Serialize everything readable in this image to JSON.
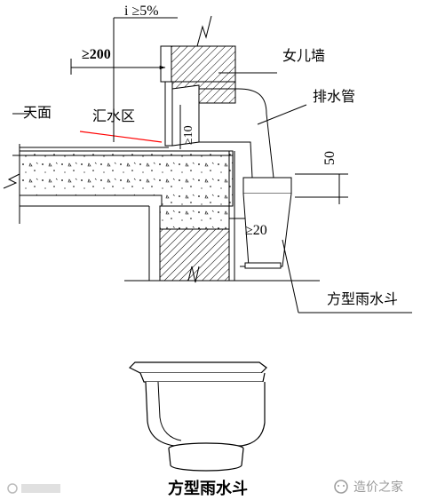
{
  "labels": {
    "slope": "i ≥5%",
    "dim_200": "≥200",
    "parapet": "女儿墙",
    "roof_surface": "天面",
    "collection_zone": "汇水区",
    "drain_pipe": "排水管",
    "dim_10": "≥10",
    "dim_50": "50",
    "dim_20": "≥20",
    "square_drain": "方型雨水斗"
  },
  "caption": "方型雨水斗",
  "watermark": {
    "brand": "造价之家"
  },
  "colors": {
    "line": "#000000",
    "red_line": "#ff0000",
    "watermark": "#9a9a9a"
  }
}
